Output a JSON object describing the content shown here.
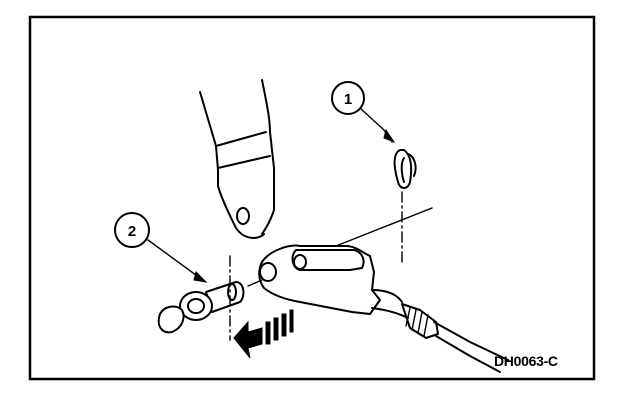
{
  "figure": {
    "figure_code": "DH0063-C",
    "callouts": [
      {
        "number": "1",
        "part_icon": "retaining-clip-icon"
      },
      {
        "number": "2",
        "part_icon": "clevis-pin-icon"
      }
    ],
    "direction_icon": "installation-arrow-icon",
    "colors": {
      "ink": "#000000",
      "background": "#ffffff"
    }
  }
}
